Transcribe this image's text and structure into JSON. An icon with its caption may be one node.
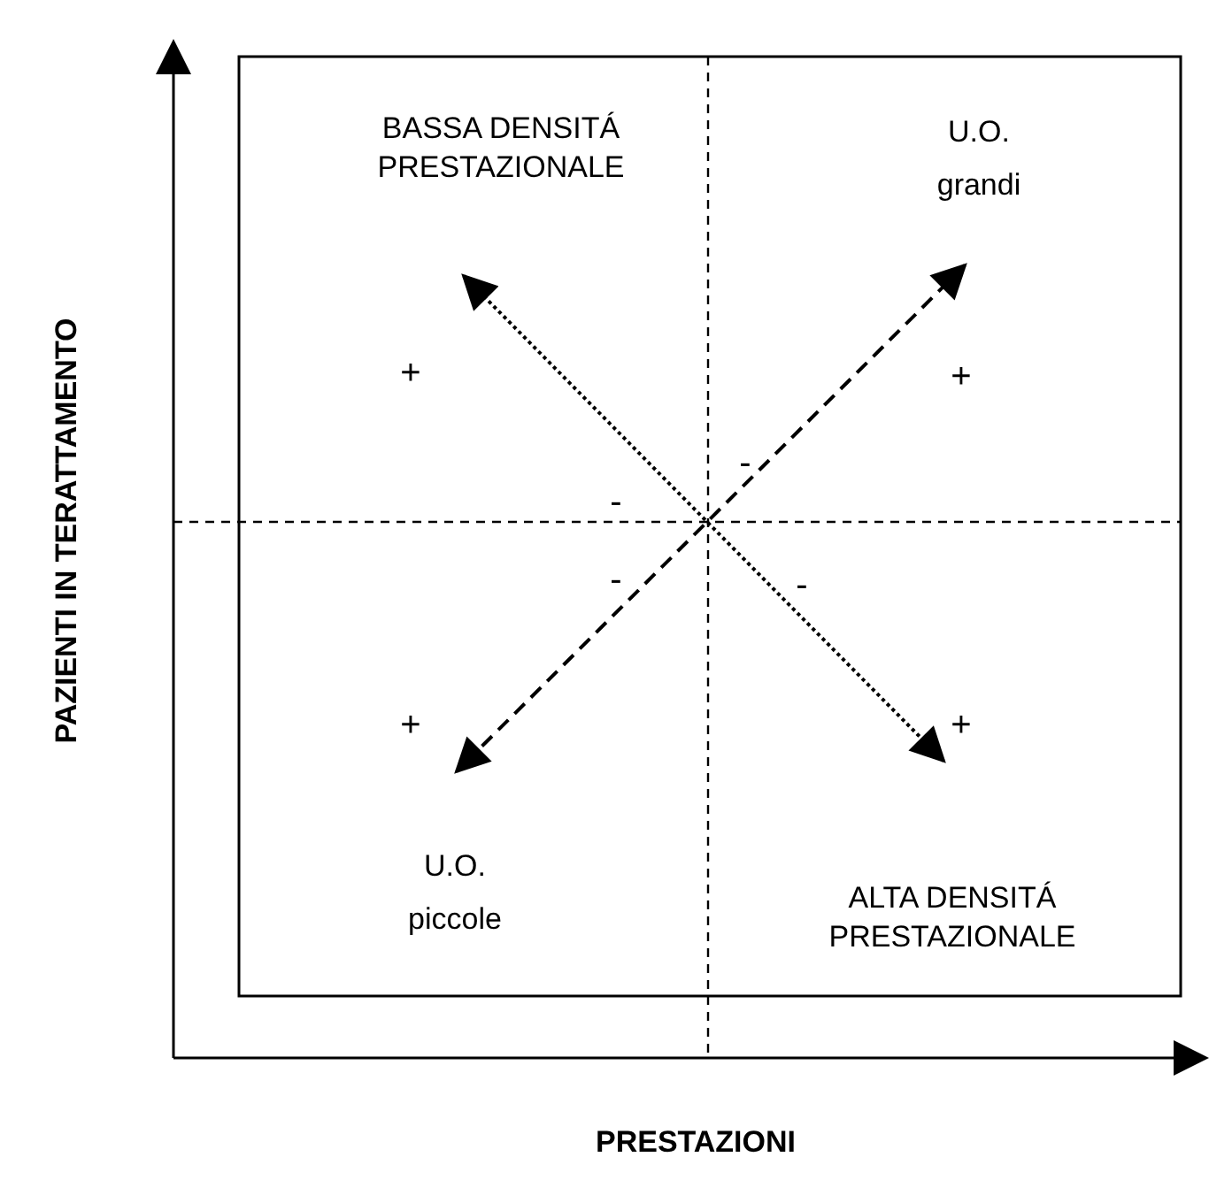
{
  "diagram": {
    "labels": [
      "BASSA DENSITÁ PRESTAZIONALE",
      "U.O. grandi",
      "+",
      "+",
      "-",
      "-",
      "-",
      "-",
      "+",
      "+",
      "U.O. piccole",
      "ALTA DENSITÁ PRESTAZIONALE",
      "PAZIENTI IN TERATTAMENTO",
      "PRESTAZIONI"
    ]
  }
}
